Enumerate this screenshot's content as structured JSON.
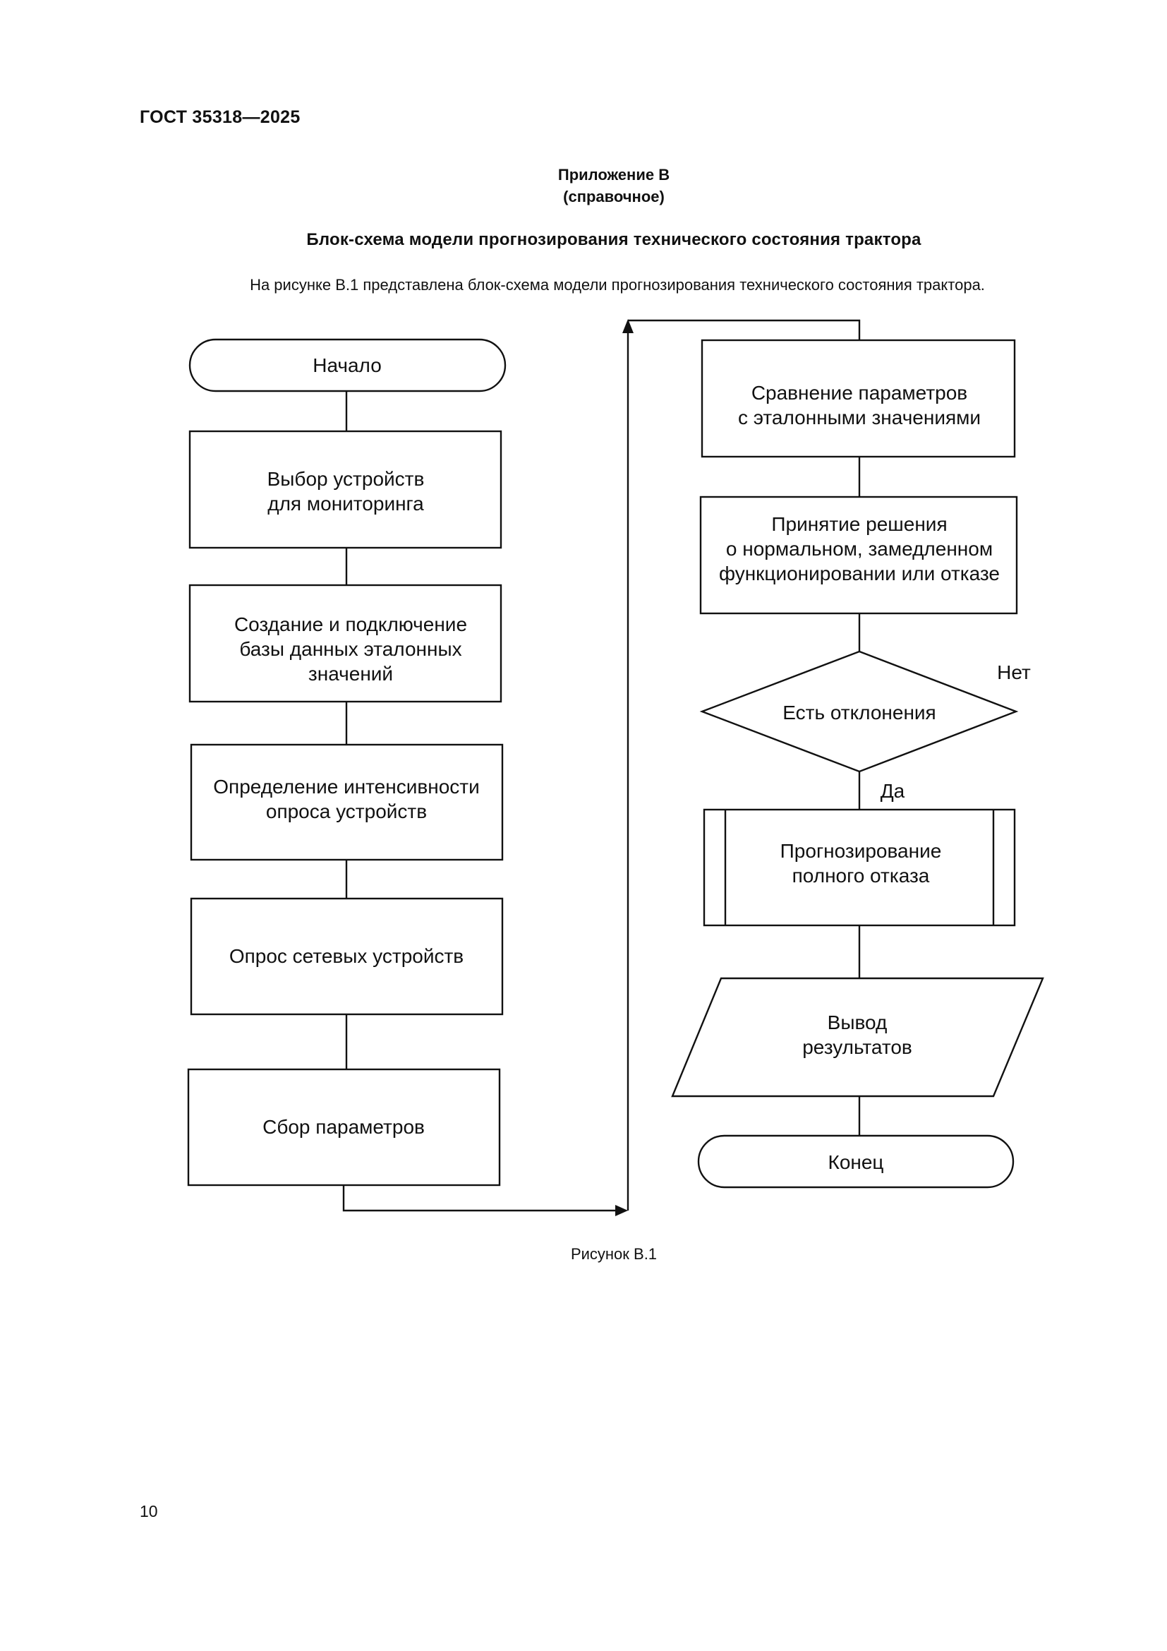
{
  "header": {
    "doc_code": "ГОСТ 35318—2025"
  },
  "appendix": {
    "title": "Приложение В",
    "type": "(справочное)"
  },
  "heading": "Блок-схема модели прогнозирования технического состояния трактора",
  "intro_text": "На рисунке В.1 представлена блок-схема модели прогнозирования технического состояния трактора.",
  "flowchart": {
    "start": "Начало",
    "select": [
      "Выбор устройств",
      "для мониторинга"
    ],
    "database": [
      "Создание и подключение",
      "базы данных эталонных",
      "значений"
    ],
    "intensity": [
      "Определение интенсивности",
      "опроса устройств"
    ],
    "poll": "Опрос сетевых устройств",
    "collect": "Сбор параметров",
    "compare": [
      "Сравнение параметров",
      "с эталонными значениями"
    ],
    "decision": [
      "Принятие решения",
      "о нормальном, замедленном",
      "функционировании или отказе"
    ],
    "deviation": "Есть отклонения",
    "label_no": "Нет",
    "label_yes": "Да",
    "forecast": [
      "Прогнозирование",
      "полного отказа"
    ],
    "output": [
      "Вывод",
      "результатов"
    ],
    "end": "Конец"
  },
  "caption": "Рисунок В.1",
  "page_number": "10"
}
